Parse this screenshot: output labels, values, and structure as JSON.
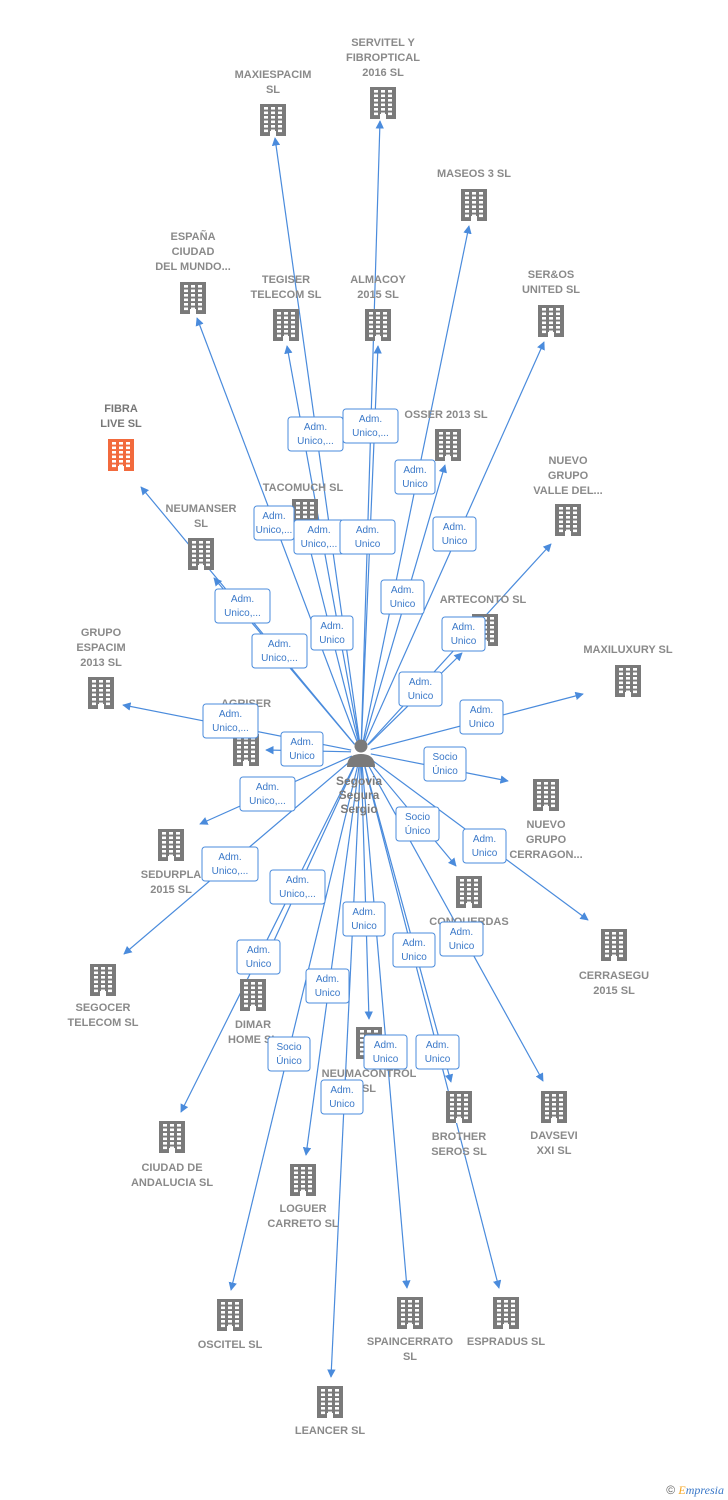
{
  "person": {
    "name_lines": [
      "Segovia",
      "Segura",
      "Sergio"
    ]
  },
  "companies": [
    {
      "id": "maxiespacim",
      "lines": [
        "MAXIESPACIM",
        "SL"
      ]
    },
    {
      "id": "servitel",
      "lines": [
        "SERVITEL Y",
        "FIBROPTICAL",
        "2016  SL"
      ]
    },
    {
      "id": "maseos",
      "lines": [
        "MASEOS 3 SL"
      ]
    },
    {
      "id": "espana",
      "lines": [
        "ESPAÑA",
        "CIUDAD",
        "DEL MUNDO..."
      ]
    },
    {
      "id": "tegiser",
      "lines": [
        "TEGISER",
        "TELECOM  SL"
      ]
    },
    {
      "id": "almacoy",
      "lines": [
        "ALMACOY",
        "2015  SL"
      ]
    },
    {
      "id": "seros",
      "lines": [
        "SER&OS",
        "UNITED SL"
      ]
    },
    {
      "id": "fibra",
      "lines": [
        "FIBRA",
        "LIVE  SL"
      ],
      "highlight": true
    },
    {
      "id": "osser",
      "lines": [
        "OSSER 2013 SL"
      ]
    },
    {
      "id": "nuevovalle",
      "lines": [
        "NUEVO",
        "GRUPO",
        "VALLE DEL..."
      ]
    },
    {
      "id": "tacomuch",
      "lines": [
        "TACOMUCH SL"
      ]
    },
    {
      "id": "neumanser",
      "lines": [
        "NEUMANSER",
        "SL"
      ]
    },
    {
      "id": "arteconto",
      "lines": [
        "ARTECONTO SL"
      ]
    },
    {
      "id": "grupoespacim",
      "lines": [
        "GRUPO",
        "ESPACIM",
        "2013  SL"
      ]
    },
    {
      "id": "maxiluxury",
      "lines": [
        "MAXILUXURY SL"
      ]
    },
    {
      "id": "agriser",
      "lines": [
        "AGRISER",
        "SL"
      ]
    },
    {
      "id": "nuevocerragon",
      "lines": [
        "NUEVO",
        "GRUPO",
        "CERRAGON..."
      ]
    },
    {
      "id": "sedurpla",
      "lines": [
        "SEDURPLA",
        "2015  SL"
      ]
    },
    {
      "id": "conquerdas",
      "lines": [
        "CONQUERDAS",
        "SL"
      ]
    },
    {
      "id": "cerrasegu",
      "lines": [
        "CERRASEGU",
        "2015  SL"
      ]
    },
    {
      "id": "segocer",
      "lines": [
        "SEGOCER",
        "TELECOM  SL"
      ]
    },
    {
      "id": "dimar",
      "lines": [
        "DIMAR",
        "HOME SL"
      ]
    },
    {
      "id": "neumacontrol",
      "lines": [
        "NEUMACONTROL",
        "SL"
      ]
    },
    {
      "id": "brother",
      "lines": [
        "BROTHER",
        "SEROS SL"
      ]
    },
    {
      "id": "davsevi",
      "lines": [
        "DAVSEVI",
        "XXI  SL"
      ]
    },
    {
      "id": "ciudadandalucia",
      "lines": [
        "CIUDAD DE",
        "ANDALUCIA SL"
      ]
    },
    {
      "id": "loguer",
      "lines": [
        "LOGUER",
        "CARRETO SL"
      ]
    },
    {
      "id": "oscitel",
      "lines": [
        "OSCITEL  SL"
      ]
    },
    {
      "id": "spaincerrato",
      "lines": [
        "SPAINCERRATO",
        "SL"
      ]
    },
    {
      "id": "espradus",
      "lines": [
        "ESPRADUS  SL"
      ]
    },
    {
      "id": "leancer",
      "lines": [
        "LEANCER SL"
      ]
    }
  ],
  "badges": [
    {
      "lines": [
        "Adm.",
        "Unico,..."
      ]
    },
    {
      "lines": [
        "Adm.",
        "Unico,..."
      ]
    },
    {
      "lines": [
        "Adm.",
        "Unico"
      ]
    },
    {
      "lines": [
        "Adm.",
        "Unico"
      ]
    },
    {
      "lines": [
        "Adm.",
        "Unico,..."
      ]
    },
    {
      "lines": [
        "Adm.",
        "Unico,..."
      ]
    },
    {
      "lines": [
        "Adm.",
        "Unico"
      ]
    },
    {
      "lines": [
        "Adm.",
        "Unico"
      ]
    },
    {
      "lines": [
        "Adm.",
        "Unico,..."
      ]
    },
    {
      "lines": [
        "Adm.",
        "Unico"
      ]
    },
    {
      "lines": [
        "Adm.",
        "Unico,..."
      ]
    },
    {
      "lines": [
        "Adm.",
        "Unico"
      ]
    },
    {
      "lines": [
        "Adm.",
        "Unico"
      ]
    },
    {
      "lines": [
        "Adm.",
        "Unico,..."
      ]
    },
    {
      "lines": [
        "Adm.",
        "Unico"
      ]
    },
    {
      "lines": [
        "Adm.",
        "Unico"
      ]
    },
    {
      "lines": [
        "Socio",
        "Único"
      ]
    },
    {
      "lines": [
        "Adm.",
        "Unico,..."
      ]
    },
    {
      "lines": [
        "Socio",
        "Único"
      ]
    },
    {
      "lines": [
        "Adm.",
        "Unico"
      ]
    },
    {
      "lines": [
        "Adm.",
        "Unico,..."
      ]
    },
    {
      "lines": [
        "Adm.",
        "Unico,..."
      ]
    },
    {
      "lines": [
        "Adm.",
        "Unico"
      ]
    },
    {
      "lines": [
        "Adm.",
        "Unico"
      ]
    },
    {
      "lines": [
        "Adm.",
        "Unico"
      ]
    },
    {
      "lines": [
        "Adm.",
        "Unico"
      ]
    },
    {
      "lines": [
        "Adm.",
        "Unico"
      ]
    },
    {
      "lines": [
        "Socio",
        "Único"
      ]
    },
    {
      "lines": [
        "Adm.",
        "Unico"
      ]
    },
    {
      "lines": [
        "Adm.",
        "Unico"
      ]
    },
    {
      "lines": [
        "Adm.",
        "Unico"
      ]
    },
    {
      "lines": [
        "Adm.",
        "Unico"
      ]
    }
  ],
  "colors": {
    "edge": "#4a8bdc",
    "building": "#7a7a7a",
    "highlight_building": "#f26a3d",
    "person_icon": "#7a7a7a"
  },
  "footer": {
    "copyright": "©",
    "brand_first": "E",
    "brand_rest": "mpresia"
  }
}
